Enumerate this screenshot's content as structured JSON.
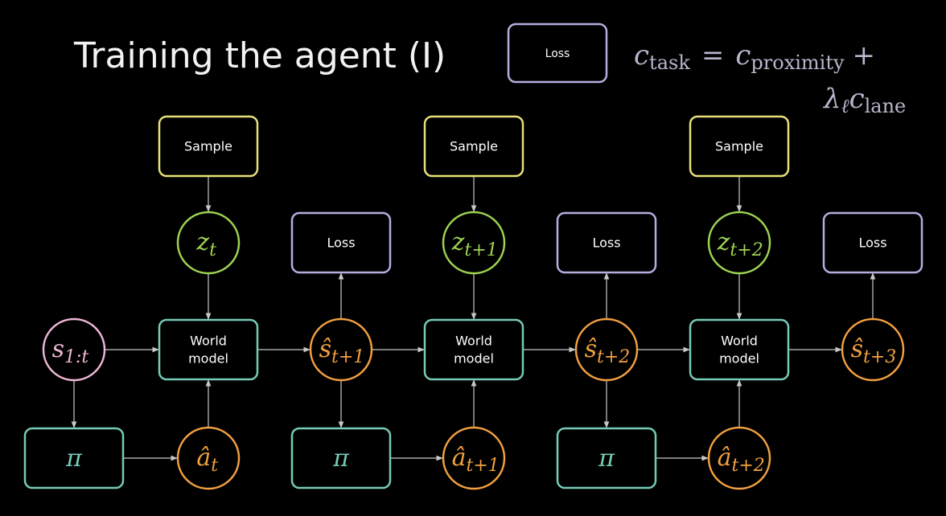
{
  "slide": {
    "title": "Training the agent (I)",
    "legend_loss_label": "Loss",
    "formula": {
      "line1": {
        "c1": "c",
        "c1_sub": "task",
        "eq": "=",
        "c2": "c",
        "c2_sub": "proximity",
        "plus": "+"
      },
      "line2": {
        "lambda": "λ",
        "lambda_sub": "ℓ",
        "c": "c",
        "c_sub": "lane"
      }
    }
  },
  "diagram": {
    "sample_label": "Sample",
    "loss_label": "Loss",
    "world_model_line1": "World",
    "world_model_line2": "model",
    "policy_symbol": "π",
    "state_input": {
      "base": "s",
      "sub": "1:t"
    },
    "latents": [
      {
        "base": "z",
        "sub": "t"
      },
      {
        "base": "z",
        "sub": "t+1"
      },
      {
        "base": "z",
        "sub": "t+2"
      }
    ],
    "predicted_states": [
      {
        "hat": "ŝ",
        "sub": "t+1"
      },
      {
        "hat": "ŝ",
        "sub": "t+2"
      },
      {
        "hat": "ŝ",
        "sub": "t+3"
      }
    ],
    "actions": [
      {
        "hat": "â",
        "sub": "t"
      },
      {
        "hat": "â",
        "sub": "t+1"
      },
      {
        "hat": "â",
        "sub": "t+2"
      }
    ],
    "colors": {
      "sample": "#e8e07a",
      "loss": "#b3aee0",
      "world_model": "#76cbb8",
      "policy": "#76cbb8",
      "latent": "#9ed352",
      "state_pred": "#f2a040",
      "action": "#f2a040",
      "state_input": "#eeb6d6",
      "arrow": "#c8c8c8",
      "box_fill": "#000000"
    }
  }
}
